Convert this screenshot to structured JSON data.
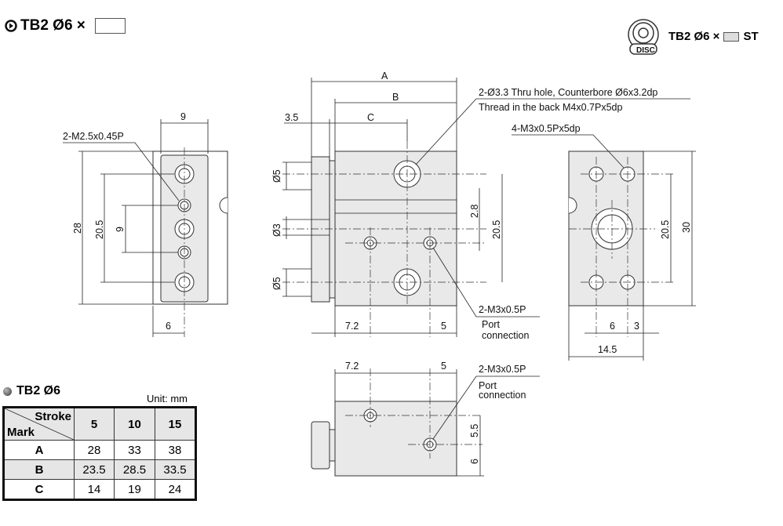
{
  "title": {
    "model": "TB2 Ø6 ×",
    "icon": "circle-play-icon"
  },
  "disc_badge": {
    "model": "TB2 Ø6 ×",
    "suffix": "ST",
    "logo_text": "DISC"
  },
  "left_view": {
    "label_thread": "2-M2.5x0.45P",
    "dim_top": "9",
    "dim_height": "28",
    "dim_pitch_outer": "20.5",
    "dim_pitch_inner": "9",
    "dim_bottom": "6"
  },
  "middle_view": {
    "dim_a": "A",
    "dim_b": "B",
    "dim_c": "C",
    "dim_flange": "3.5",
    "dim_d1": "Ø5",
    "dim_d2": "Ø3",
    "dim_d3": "Ø5",
    "dim_2_8": "2.8",
    "dim_pitch": "20.5",
    "dim_left": "7.2",
    "dim_right": "5",
    "label_hole_1": "2-Ø3.3 Thru hole, Counterbore Ø6x3.2dp",
    "label_hole_2": "Thread in the back M4x0.7Px5dp",
    "label_port_1": "2-M3x0.5P",
    "label_port_2": "Port",
    "label_port_3": "connection"
  },
  "right_view": {
    "label_thread": "4-M3x0.5Px5dp",
    "dim_pitch": "20.5",
    "dim_height": "30",
    "dim_6": "6",
    "dim_3": "3",
    "dim_width": "14.5"
  },
  "bottom_view": {
    "dim_left": "7.2",
    "dim_right": "5",
    "dim_5_5": "5.5",
    "dim_6": "6",
    "label_port_1": "2-M3x0.5P",
    "label_port_2": "Port",
    "label_port_3": "connection"
  },
  "table": {
    "title": "TB2 Ø6",
    "unit": "Unit: mm",
    "corner_top": "Stroke",
    "corner_bottom": "Mark",
    "strokes": [
      "5",
      "10",
      "15"
    ],
    "rows": [
      {
        "mark": "A",
        "values": [
          "28",
          "33",
          "38"
        ]
      },
      {
        "mark": "B",
        "values": [
          "23.5",
          "28.5",
          "33.5"
        ]
      },
      {
        "mark": "C",
        "values": [
          "14",
          "19",
          "24"
        ]
      }
    ]
  }
}
